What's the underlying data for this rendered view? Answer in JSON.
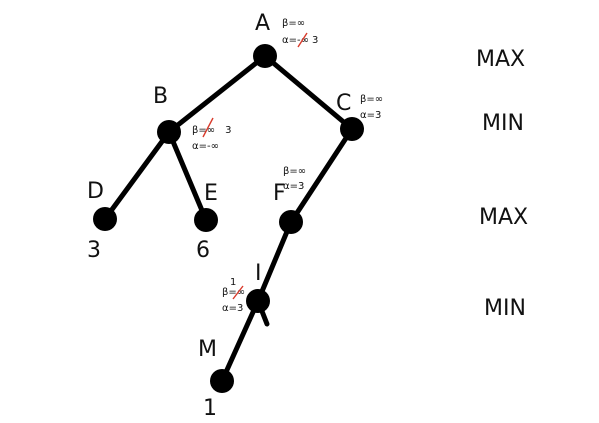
{
  "levels": [
    "MAX",
    "MIN",
    "MAX",
    "MIN"
  ],
  "nodes": {
    "A": {
      "label": "A",
      "beta": "β=∞",
      "alpha_prefix": "α=-",
      "alpha_struck": "∞",
      "alpha_new": "3"
    },
    "B": {
      "label": "B",
      "beta_prefix": "β=",
      "beta_struck": "∞",
      "beta_new": "3",
      "alpha": "α=-∞"
    },
    "C": {
      "label": "C",
      "beta": "β=∞",
      "alpha": "α=3"
    },
    "D": {
      "label": "D",
      "value": "3"
    },
    "E": {
      "label": "E",
      "value": "6"
    },
    "F": {
      "label": "F",
      "beta": "β=∞",
      "alpha": "α=3"
    },
    "I": {
      "label": "I",
      "beta_prefix": "β=",
      "beta_struck": "∞",
      "beta_new": "1",
      "alpha": "α=3"
    },
    "M": {
      "label": "M",
      "value": "1"
    }
  },
  "colors": {
    "edge": "#000000",
    "node": "#000000",
    "strike": "#d93a2b"
  }
}
